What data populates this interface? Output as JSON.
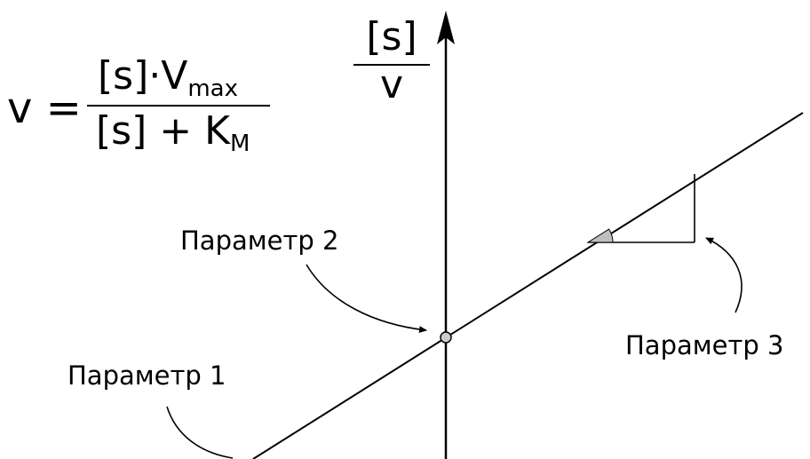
{
  "formula": {
    "lhs": "v =",
    "numerator": "[s]·V",
    "numerator_sub": "max",
    "denominator": "[s] + K",
    "denominator_sub": "M"
  },
  "y_axis_label": {
    "numerator": "[s]",
    "denominator": "v"
  },
  "callouts": {
    "param_1": "Параметр 1",
    "param_2": "Параметр 2",
    "param_3": "Параметр 3"
  },
  "colors": {
    "ink": "#000000",
    "marker_fill": "#cccccc",
    "angle_fill": "#bfbfbf"
  }
}
